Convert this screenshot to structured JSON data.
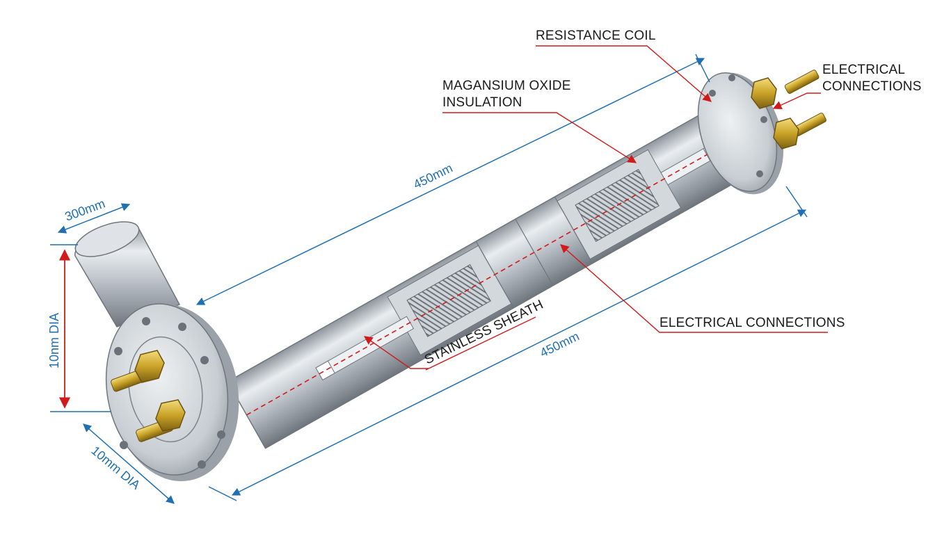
{
  "labels": {
    "resistance_coil": "RESISTANCE COIL",
    "insulation_line1": "MAGANSIUM OXIDE",
    "insulation_line2": "INSULATION",
    "conn_top_line1": "ELECTRICAL",
    "conn_top_line2": "CONNECTIONS",
    "conn_mid": "ELECTRICAL CONNECTIONS",
    "sheath": "STAINLESS SHEATH"
  },
  "dimensions": {
    "length_top": "450mm",
    "length_bottom": "450mm",
    "elbow_width": "300mm",
    "vertical_dia": "10nm DIA",
    "bottom_dia": "10mm DIA"
  },
  "colors": {
    "dimension": "#1f6fb3",
    "leader": "#d11a1a",
    "brass": "#c9a227",
    "steel": "#b8bec5"
  }
}
